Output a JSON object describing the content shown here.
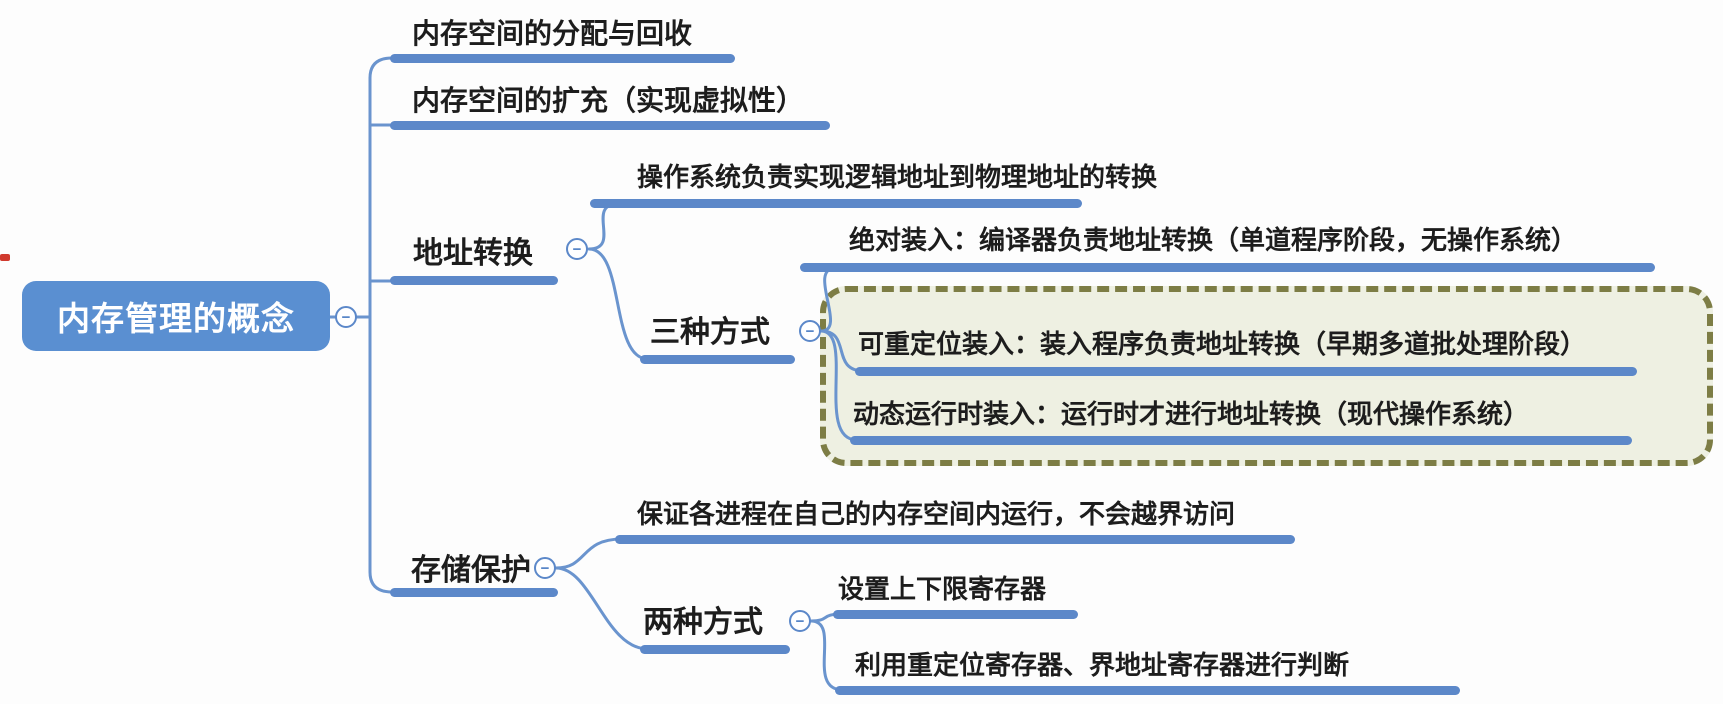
{
  "mindmap": {
    "root": {
      "label": "内存管理的概念"
    },
    "branches": {
      "alloc": {
        "label": "内存空间的分配与回收"
      },
      "expand": {
        "label": "内存空间的扩充（实现虚拟性）"
      },
      "addr": {
        "label": "地址转换",
        "children": {
          "os_resp": {
            "label": "操作系统负责实现逻辑地址到物理地址的转换"
          },
          "three_ways": {
            "label": "三种方式",
            "children": {
              "absolute": {
                "label": "绝对装入：编译器负责地址转换（单道程序阶段，无操作系统）"
              },
              "reloc": {
                "label": "可重定位装入：装入程序负责地址转换（早期多道批处理阶段）"
              },
              "dynamic": {
                "label": "动态运行时装入：运行时才进行地址转换（现代操作系统）"
              }
            }
          }
        }
      },
      "protect": {
        "label": "存储保护",
        "children": {
          "guarantee": {
            "label": "保证各进程在自己的内存空间内运行，不会越界访问"
          },
          "two_ways": {
            "label": "两种方式",
            "children": {
              "limit_reg": {
                "label": "设置上下限寄存器"
              },
              "reloc_reg": {
                "label": "利用重定位寄存器、界地址寄存器进行判断"
              }
            }
          }
        }
      }
    }
  },
  "icons": {
    "collapse_glyph": "−"
  },
  "colors": {
    "node_line": "#5c88c9",
    "connector": "#6a94ce",
    "root_fill": "#5a8fd1",
    "root_text": "#ffffff",
    "text": "#1d1d1d",
    "boundary_border": "#7d7d45",
    "boundary_fill": "#eef0e2"
  }
}
